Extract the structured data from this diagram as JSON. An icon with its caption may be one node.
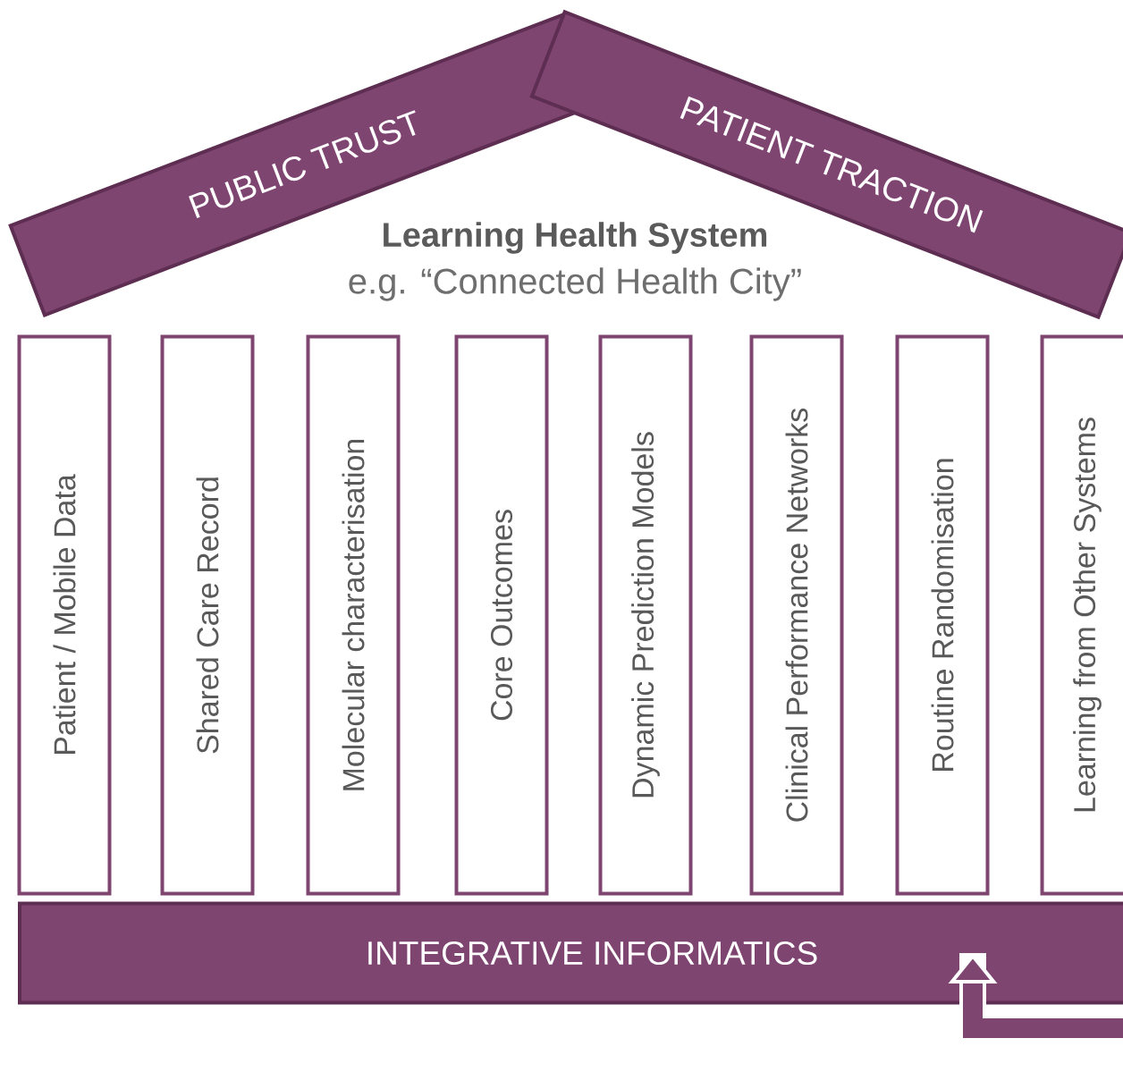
{
  "diagram": {
    "nodes": [
      {
        "text": [
          "PUBLIC TRUST"
        ]
      },
      {
        "text": [
          "PATIENT TRACTION"
        ]
      },
      {
        "text": [
          "Patient / Mobile Data"
        ]
      },
      {
        "text": [
          "Shared Care Record"
        ]
      },
      {
        "text": [
          "Molecular characterisation"
        ]
      },
      {
        "text": [
          "Core Outcomes"
        ]
      },
      {
        "text": [
          "Dynamic Prediction Models"
        ]
      },
      {
        "text": [
          "Clinical Performance Networks"
        ]
      },
      {
        "text": [
          "Routine Randomisation"
        ]
      },
      {
        "text": [
          "Learning from Other Systems"
        ]
      },
      {
        "text": [
          "INTEGRATIVE INFORMATICS"
        ]
      }
    ],
    "edges": [
      {
        "from": null,
        "to": 10,
        "arrow": "to"
      }
    ],
    "labels": [
      "Learning Health System",
      "e.g. “Connected Health City”"
    ]
  }
}
